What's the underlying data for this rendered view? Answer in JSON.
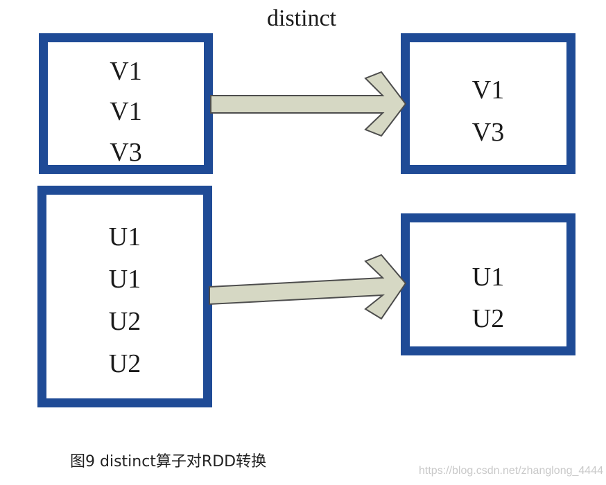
{
  "title": "distinct",
  "top_group": {
    "source": [
      "V1",
      "V1",
      "V3"
    ],
    "result": [
      "V1",
      "V3"
    ]
  },
  "bottom_group": {
    "source": [
      "U1",
      "U1",
      "U2",
      "U2"
    ],
    "result": [
      "U1",
      "U2"
    ]
  },
  "caption": "图9  distinct算子对RDD转换",
  "watermark": "https://blog.csdn.net/zhanglong_4444",
  "colors": {
    "box_border": "#1f4b96",
    "arrow_fill": "#d6d8c4",
    "arrow_stroke": "#4d4d4d"
  }
}
